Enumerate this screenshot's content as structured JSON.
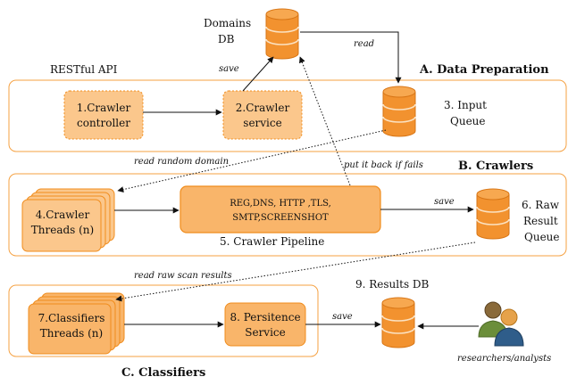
{
  "colors": {
    "section_border": "#f5a142",
    "box_fill": "#fbc78c",
    "box_border": "#f08c1c",
    "db_fill": "#f2922f",
    "db_stroke": "#d87616",
    "arrow": "#111111",
    "person_green": "#6b8e3a",
    "person_blue": "#2f5d8a"
  },
  "sections": {
    "a": "A. Data Preparation",
    "b": "B. Crawlers",
    "c": "C. Classifiers"
  },
  "labels": {
    "restful_api": "RESTful API",
    "domains_db_line1": "Domains",
    "domains_db_line2": "DB",
    "input_queue_line1": "3. Input",
    "input_queue_line2": "Queue",
    "raw_queue_line1": "6. Raw",
    "raw_queue_line2": "Result",
    "raw_queue_line3": "Queue",
    "results_db": "9. Results DB",
    "crawler_pipeline": "5. Crawler Pipeline",
    "researchers": "researchers/analysts"
  },
  "boxes": {
    "crawler_controller_line1": "1.Crawler",
    "crawler_controller_line2": "controller",
    "crawler_service_line1": "2.Crawler",
    "crawler_service_line2": "service",
    "crawler_threads_line1": "4.Crawler",
    "crawler_threads_line2": "Threads (n)",
    "pipeline_line1": "REG,DNS, HTTP ,TLS,",
    "pipeline_line2": "SMTP,SCREENSHOT",
    "classifier_threads_line1": "7.Classifiers",
    "classifier_threads_line2": "Threads (n)",
    "persistence_line1": "8. Persitence",
    "persistence_line2": "Service"
  },
  "edges": {
    "save_domains": "save",
    "read_domains": "read",
    "read_random": "read random domain",
    "put_back": "put it back if fails",
    "save_raw": "save",
    "read_raw": "read raw scan results",
    "save_results": "save"
  }
}
